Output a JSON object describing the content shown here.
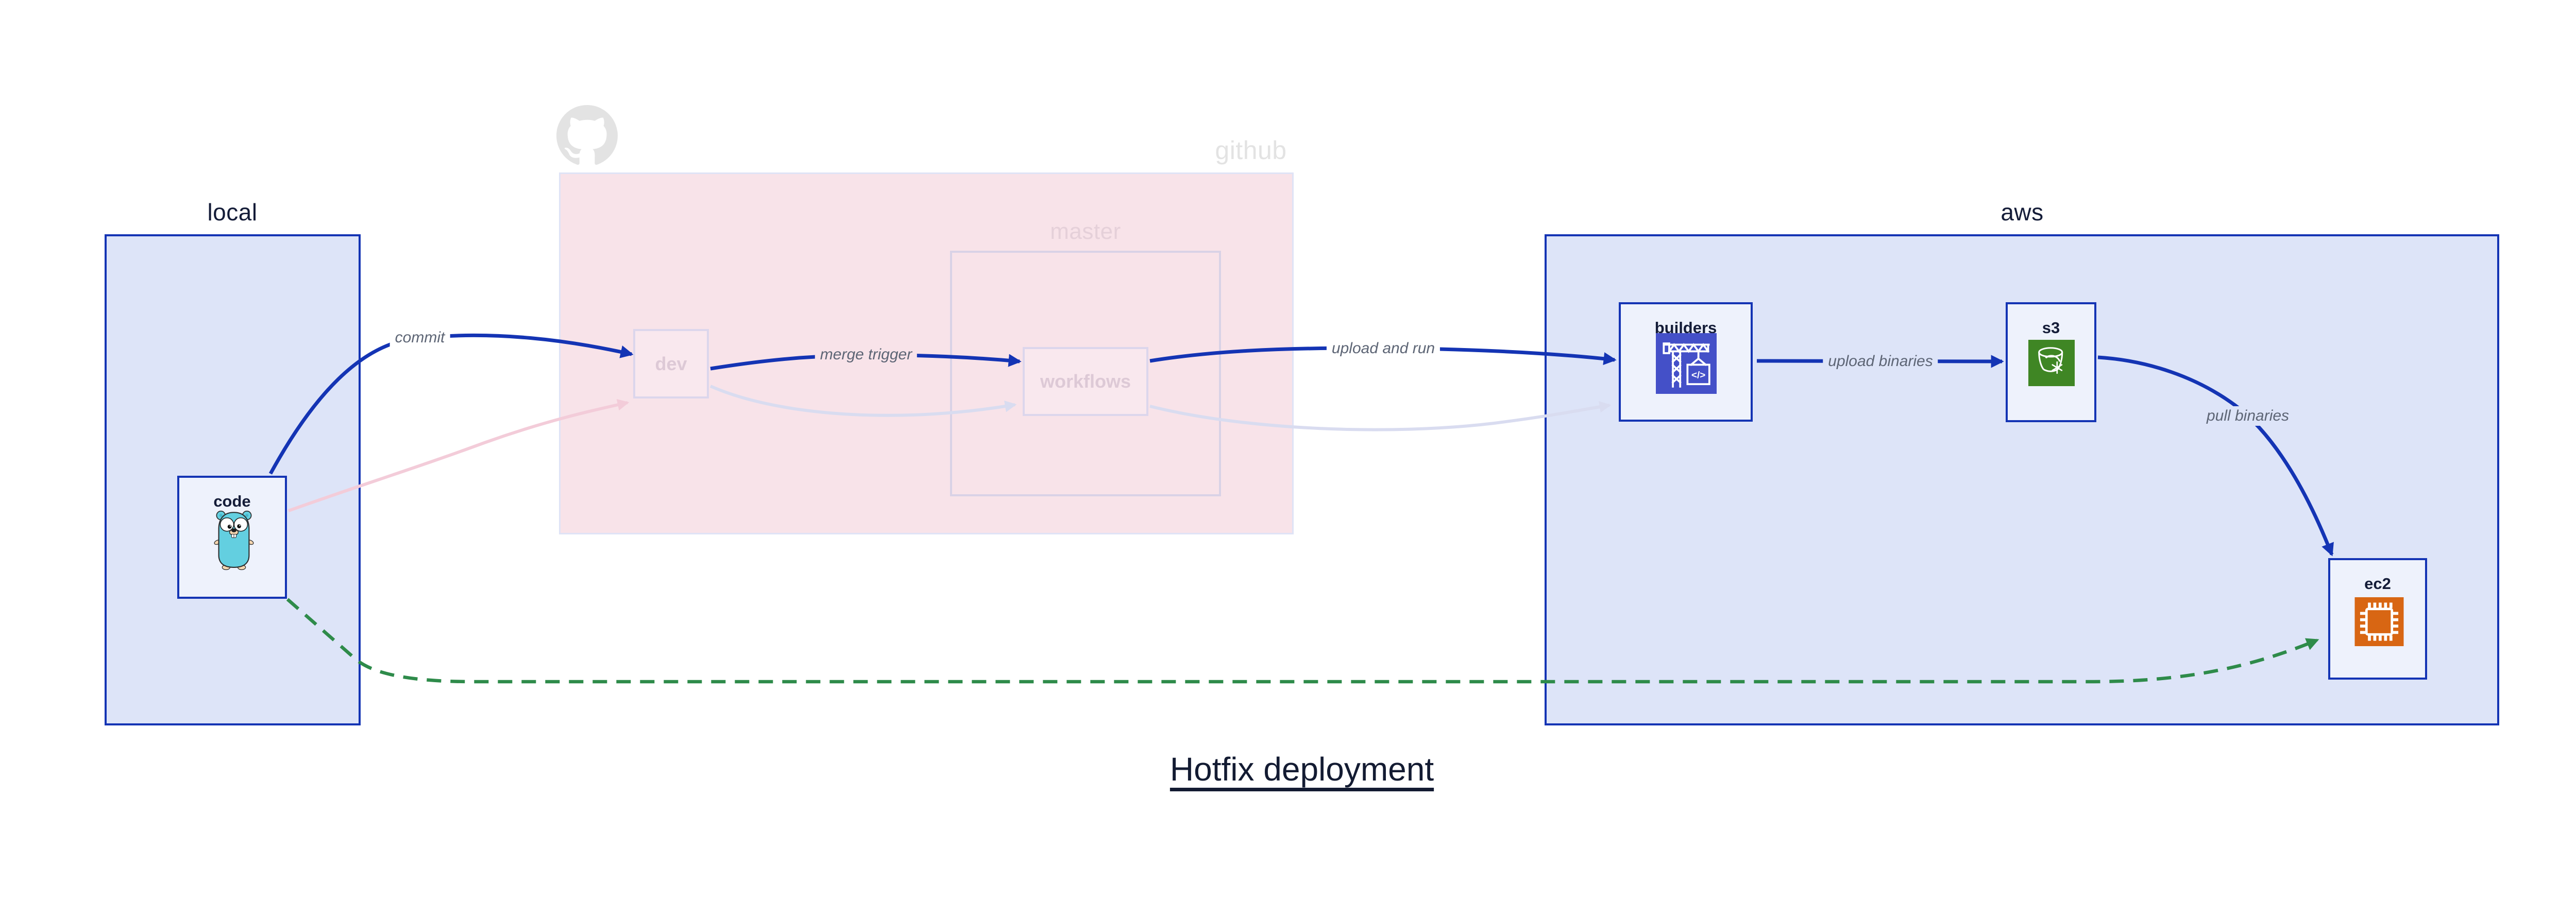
{
  "diagram": {
    "title": "Hotfix deployment"
  },
  "groups": {
    "local": {
      "label": "local"
    },
    "github": {
      "label": "github"
    },
    "master": {
      "label": "master"
    },
    "aws": {
      "label": "aws"
    }
  },
  "nodes": {
    "code": {
      "label": "code",
      "icon": "go-gopher"
    },
    "dev": {
      "label": "dev"
    },
    "workflows": {
      "label": "workflows"
    },
    "builders": {
      "label": "builders",
      "icon": "aws-codebuild-crane",
      "icon_glyph": "</>"
    },
    "s3": {
      "label": "s3",
      "icon": "aws-s3-glacier-bucket"
    },
    "ec2": {
      "label": "ec2",
      "icon": "aws-ec2-chip"
    }
  },
  "edges": {
    "commit": {
      "label": "commit",
      "from": "code",
      "to": "dev",
      "style": "solid-blue"
    },
    "merge_trigger": {
      "label": "merge trigger",
      "from": "dev",
      "to": "workflows",
      "style": "solid-blue"
    },
    "upload_and_run": {
      "label": "upload and run",
      "from": "workflows",
      "to": "builders",
      "style": "solid-blue"
    },
    "upload_binaries": {
      "label": "upload binaries",
      "from": "builders",
      "to": "s3",
      "style": "solid-blue"
    },
    "pull_binaries": {
      "label": "pull binaries",
      "from": "s3",
      "to": "ec2",
      "style": "solid-blue"
    },
    "hotfix_direct": {
      "from": "code",
      "to": "ec2",
      "style": "dashed-green"
    },
    "faded_code_to_dev": {
      "from": "code",
      "to": "dev",
      "style": "faded-pink"
    },
    "faded_dev_to_workflows": {
      "from": "dev",
      "to": "workflows",
      "style": "faded-lavender"
    },
    "faded_workflows_to_builders": {
      "from": "workflows",
      "to": "builders",
      "style": "faded-lavender"
    }
  },
  "colors": {
    "active_blue": "#1434b4",
    "container_fill": "#dde4f8",
    "node_fill": "#eef2fc",
    "github_fill": "#f8e3e9",
    "faded_node_border": "#dcd6ec",
    "faded_node_text": "#ddc9d6",
    "green_dashed": "#2e8b4a",
    "faded_pink_edge": "#f3ccd9",
    "faded_lavender_edge": "#d9dcf0",
    "edge_label_gray": "#5d6575",
    "dark_navy_text": "#141c38",
    "github_gray": "#e3e3e3",
    "codebuild_indigo": "#4450c8",
    "s3_green": "#3f8624",
    "ec2_orange": "#d86613",
    "gopher_teal": "#63cfe0"
  }
}
